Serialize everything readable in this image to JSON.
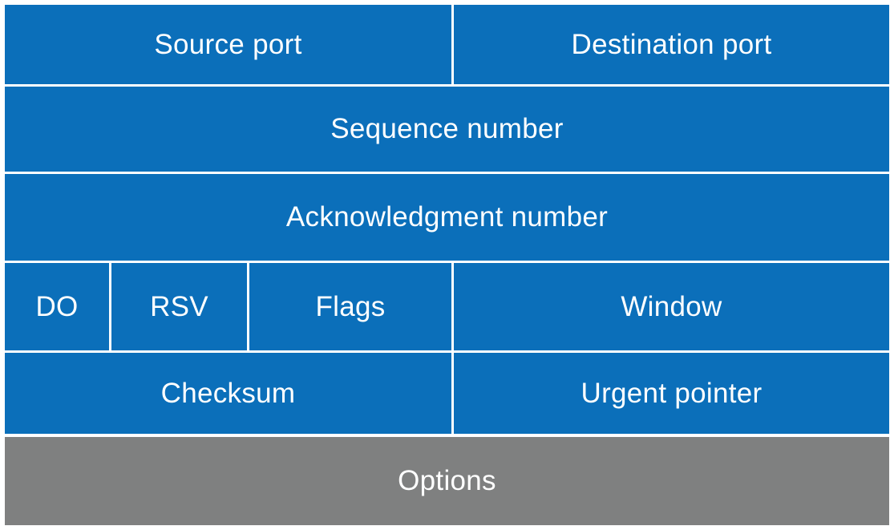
{
  "header_fields": {
    "source_port": "Source port",
    "destination_port": "Destination port",
    "sequence_number": "Sequence number",
    "acknowledgment_number": "Acknowledgment number",
    "data_offset": "DO",
    "reserved": "RSV",
    "flags": "Flags",
    "window": "Window",
    "checksum": "Checksum",
    "urgent_pointer": "Urgent pointer",
    "options": "Options"
  },
  "colors": {
    "field_fill": "#0b6fba",
    "options_fill": "#7f8080",
    "divider": "#ffffff",
    "text": "#ffffff"
  }
}
